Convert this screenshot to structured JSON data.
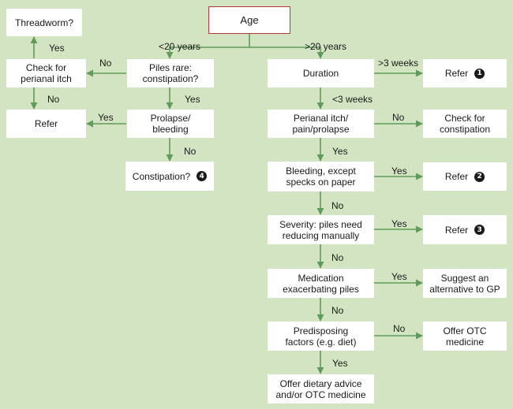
{
  "nodes": {
    "age": "Age",
    "threadworm": "Threadworm?",
    "check_perianal": "Check for\nperianal itch",
    "piles_rare": "Piles rare:\nconstipation?",
    "refer_left": "Refer",
    "prolapse_bleeding": "Prolapse/\nbleeding",
    "constipation_q": "Constipation?",
    "duration": "Duration",
    "refer_1": "Refer",
    "perianal_itch": "Perianal itch/\npain/prolapse",
    "check_constipation": "Check for\nconstipation",
    "bleeding_except": "Bleeding, except\nspecks on paper",
    "refer_2": "Refer",
    "severity": "Severity: piles need\nreducing manually",
    "refer_3": "Refer",
    "medication": "Medication\nexacerbating piles",
    "suggest_alt": "Suggest an\nalternative to GP",
    "predisposing": "Predisposing\nfactors (e.g. diet)",
    "offer_otc": "Offer OTC\nmedicine",
    "offer_dietary": "Offer dietary advice\nand/or OTC medicine"
  },
  "badges": {
    "one": "1",
    "two": "2",
    "three": "3",
    "four": "4"
  },
  "labels": {
    "under20": "<20 years",
    "over20": ">20 years",
    "yes_threadworm": "Yes",
    "no_check": "No",
    "yes_piles": "Yes",
    "no_check_down": "No",
    "yes_refer_left": "Yes",
    "no_prolapse": "No",
    "gt3weeks": ">3 weeks",
    "lt3weeks": "<3 weeks",
    "no_perianal": "No",
    "yes_perianal": "Yes",
    "yes_bleeding": "Yes",
    "no_bleeding": "No",
    "yes_severity": "Yes",
    "no_severity": "No",
    "yes_medication": "Yes",
    "no_medication": "No",
    "no_predisposing": "No",
    "yes_predisposing": "Yes"
  },
  "colors": {
    "background": "#d3e4c3",
    "arrow": "#5f9c5a",
    "root_border": "#b33b3b"
  }
}
